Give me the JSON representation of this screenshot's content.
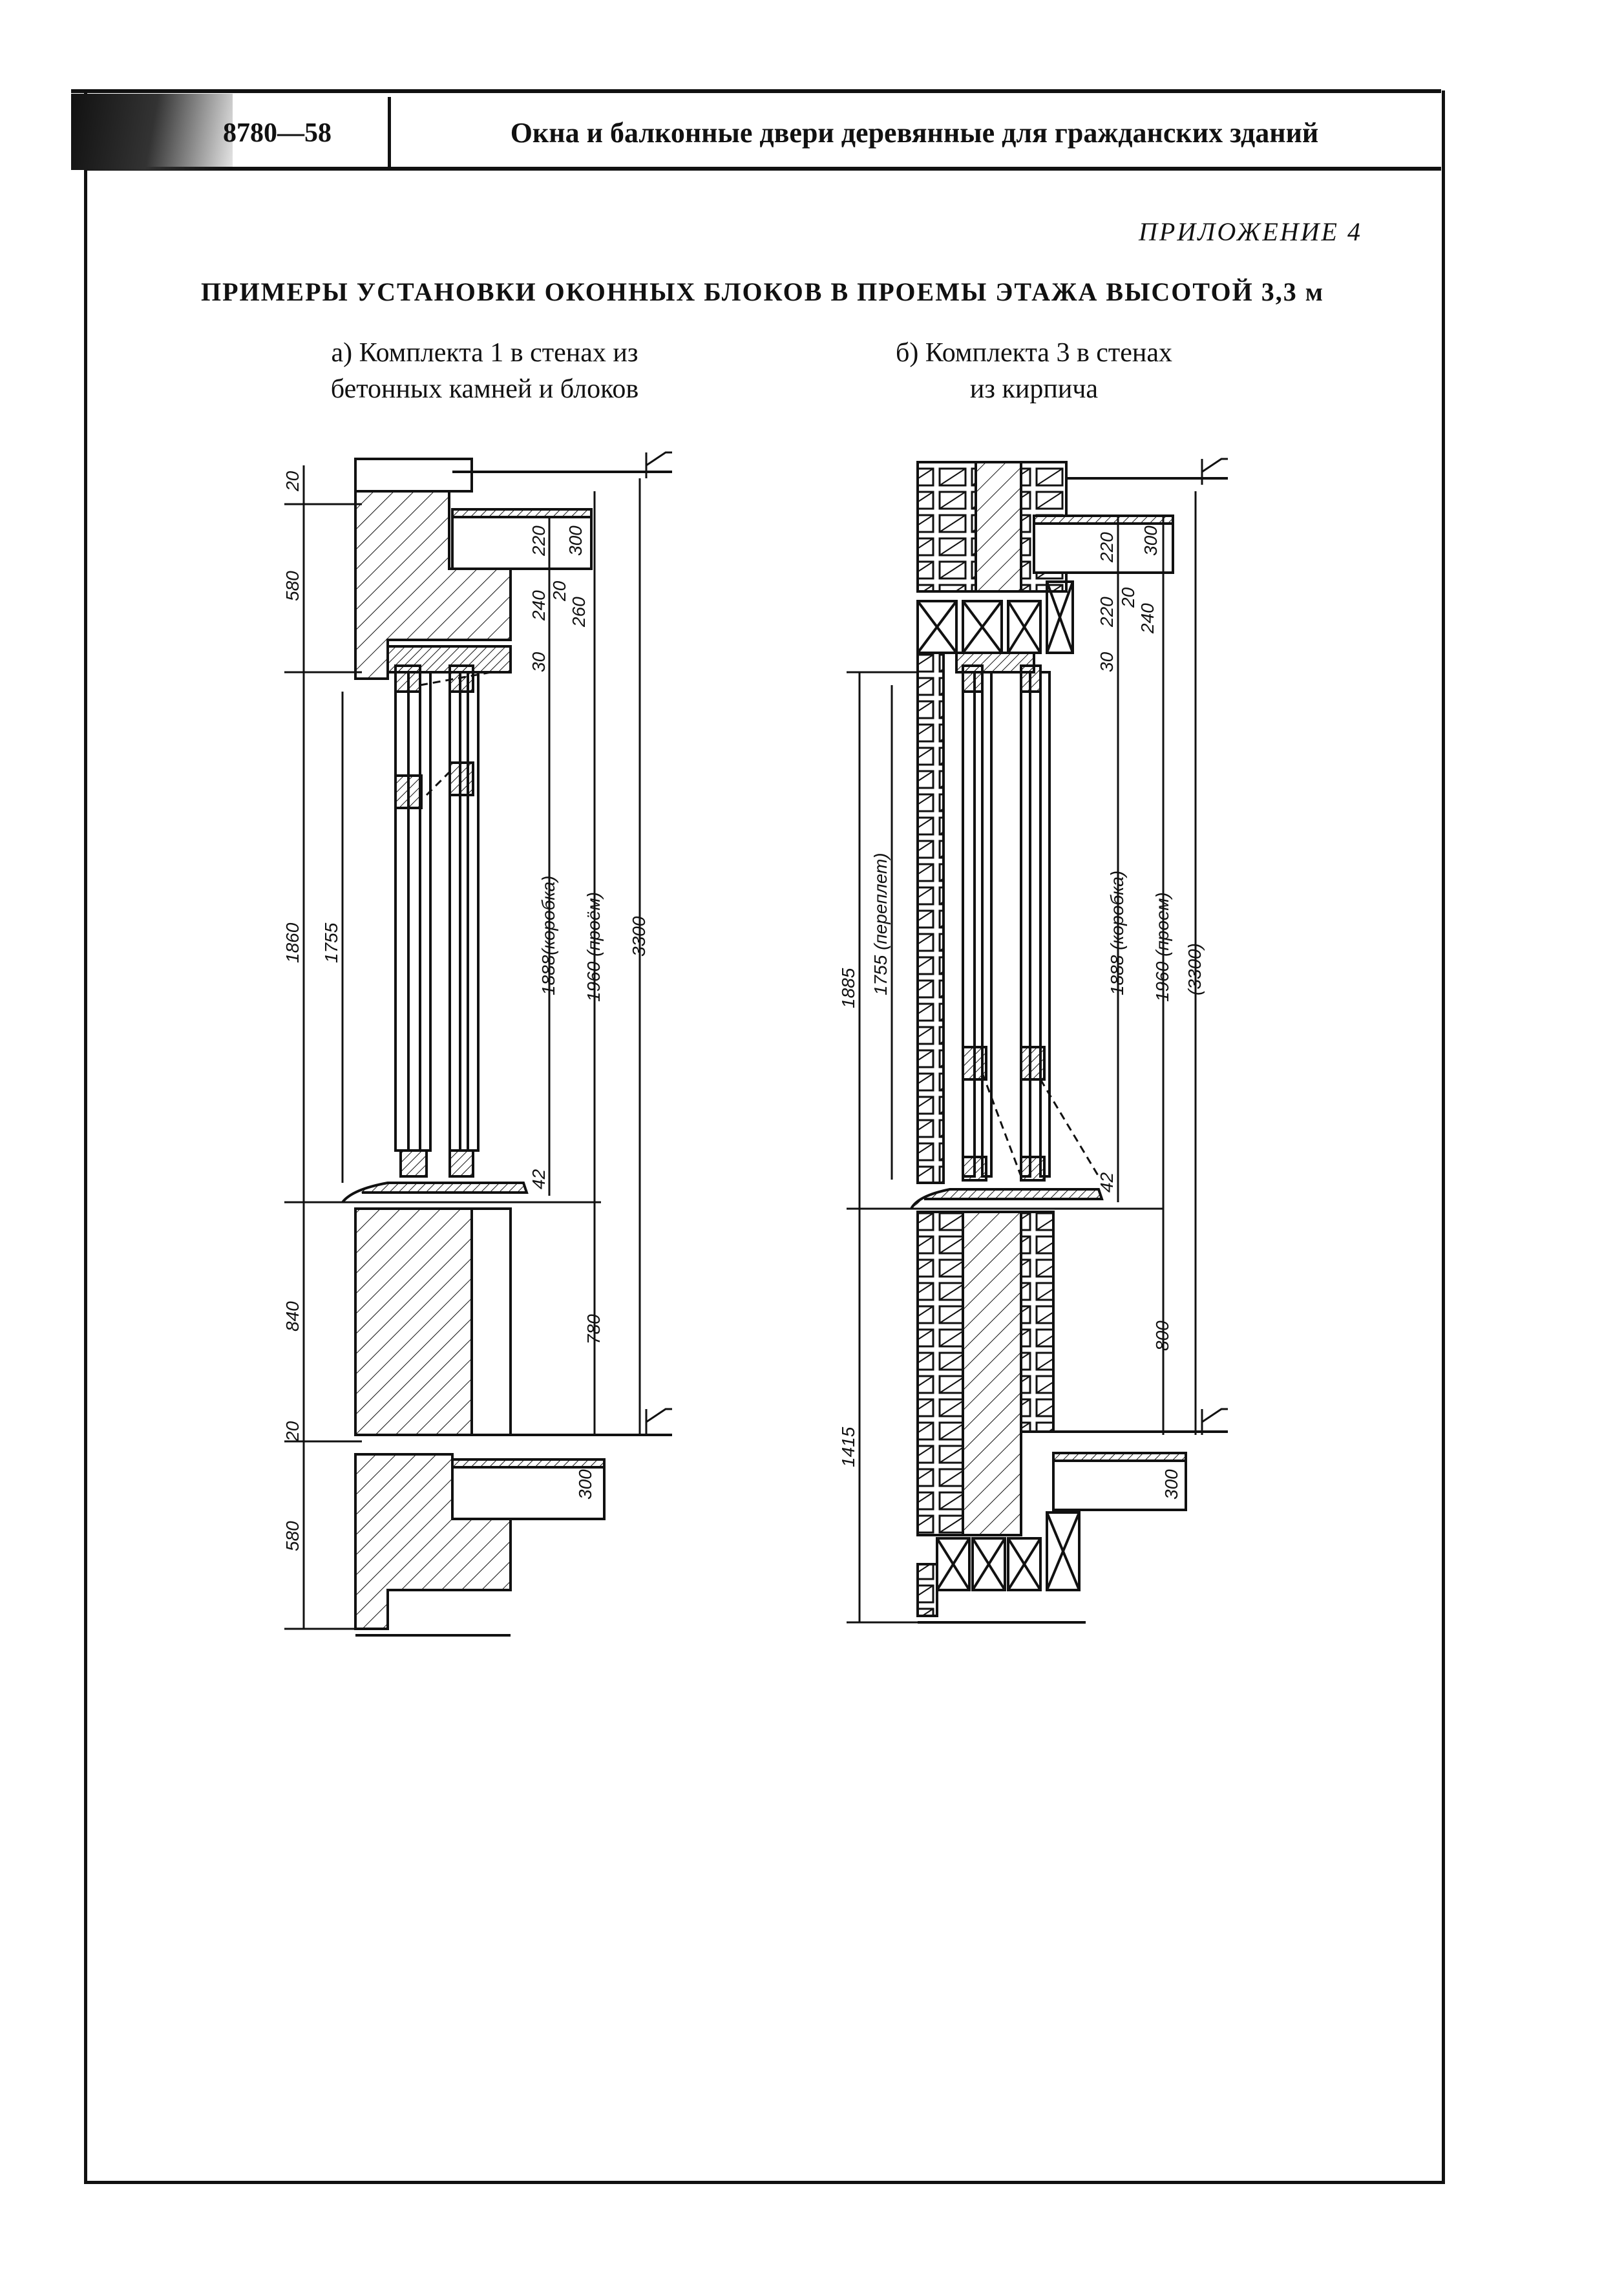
{
  "header": {
    "standard_code": "8780—58",
    "title": "Окна и балконные двери деревянные для гражданских зданий"
  },
  "appendix_label": "ПРИЛОЖЕНИЕ 4",
  "heading": "ПРИМЕРЫ УСТАНОВКИ ОКОННЫХ БЛОКОВ В ПРОЕМЫ ЭТАЖА ВЫСОТОЙ 3,3 м",
  "drawing_a": {
    "caption_line1": "а) Комплекта 1 в стенах из",
    "caption_line2": "бетонных камней и блоков",
    "dims": {
      "d20_top": "20",
      "d580_top": "580",
      "d1860": "1860",
      "d1755": "1755",
      "d840": "840",
      "d20_bot": "20",
      "d580_bot": "580",
      "d220": "220",
      "d300_top": "300",
      "d240": "240",
      "d20_mid": "20",
      "d260": "260",
      "d30": "30",
      "d1888": "1888(коробка)",
      "d1960": "1960 (проём)",
      "d3300": "3300",
      "d42": "42",
      "d780": "780",
      "d300_bot": "300"
    }
  },
  "drawing_b": {
    "caption_line1": "б) Комплекта 3 в стенах",
    "caption_line2": "из кирпича",
    "dims": {
      "d1885": "1885",
      "d1755": "1755 (переплет)",
      "d1415": "1415",
      "d220_top": "220",
      "d300_top": "300",
      "d220_mid": "220",
      "d20": "20",
      "d240": "240",
      "d30": "30",
      "d1888": "1888 (коробка)",
      "d1960": "1960 (проем)",
      "d3300": "(3300)",
      "d42": "42",
      "d800": "800",
      "d300_bot": "300"
    }
  }
}
